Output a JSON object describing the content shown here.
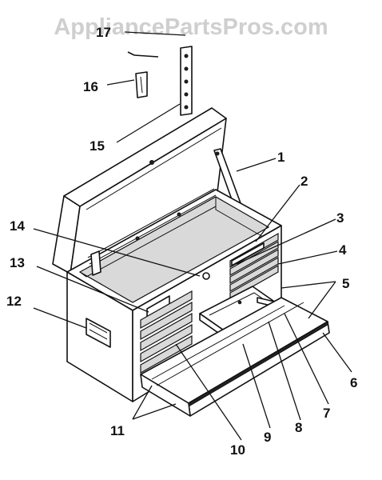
{
  "watermark": "AppliancePartsPros.com",
  "callouts": [
    {
      "id": "1",
      "label": "1"
    },
    {
      "id": "2",
      "label": "2"
    },
    {
      "id": "3",
      "label": "3"
    },
    {
      "id": "4",
      "label": "4"
    },
    {
      "id": "5",
      "label": "5"
    },
    {
      "id": "6",
      "label": "6"
    },
    {
      "id": "7",
      "label": "7"
    },
    {
      "id": "8",
      "label": "8"
    },
    {
      "id": "9",
      "label": "9"
    },
    {
      "id": "10",
      "label": "10"
    },
    {
      "id": "11",
      "label": "11"
    },
    {
      "id": "12",
      "label": "12"
    },
    {
      "id": "13",
      "label": "13"
    },
    {
      "id": "14",
      "label": "14"
    },
    {
      "id": "15",
      "label": "15"
    },
    {
      "id": "16",
      "label": "16"
    },
    {
      "id": "17",
      "label": "17"
    }
  ]
}
